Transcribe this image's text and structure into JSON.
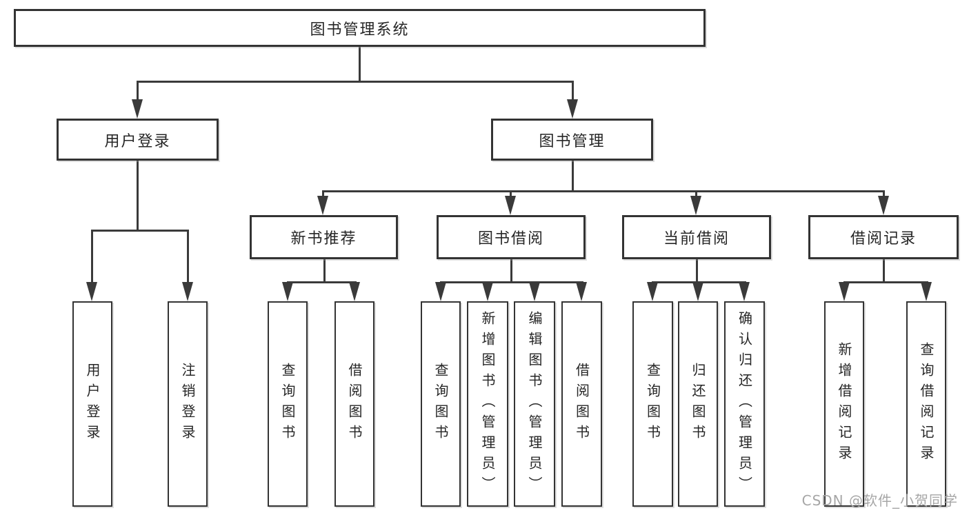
{
  "diagram": {
    "tree": {
      "label": "图书管理系统",
      "children": [
        {
          "label": "用户登录",
          "children": [
            {
              "label": "用户登录"
            },
            {
              "label": "注销登录"
            }
          ]
        },
        {
          "label": "图书管理",
          "children": [
            {
              "label": "新书推荐",
              "children": [
                {
                  "label": "查询图书"
                },
                {
                  "label": "借阅图书"
                }
              ]
            },
            {
              "label": "图书借阅",
              "children": [
                {
                  "label": "查询图书"
                },
                {
                  "label": "新增图书（管理员）"
                },
                {
                  "label": "编辑图书（管理员）"
                },
                {
                  "label": "借阅图书"
                }
              ]
            },
            {
              "label": "当前借阅",
              "children": [
                {
                  "label": "查询图书"
                },
                {
                  "label": "归还图书"
                },
                {
                  "label": "确认归还（管理员）"
                }
              ]
            },
            {
              "label": "借阅记录",
              "children": [
                {
                  "label": "新增借阅记录"
                },
                {
                  "label": "查询借阅记录"
                }
              ]
            }
          ]
        }
      ]
    },
    "colors": {
      "line": "#3a3a3a",
      "box_border": "#333333",
      "text": "#262626",
      "background": "#ffffff",
      "watermark": "#a6a6a6"
    }
  },
  "watermark": {
    "text": "CSDN @软件_小贺同学"
  }
}
